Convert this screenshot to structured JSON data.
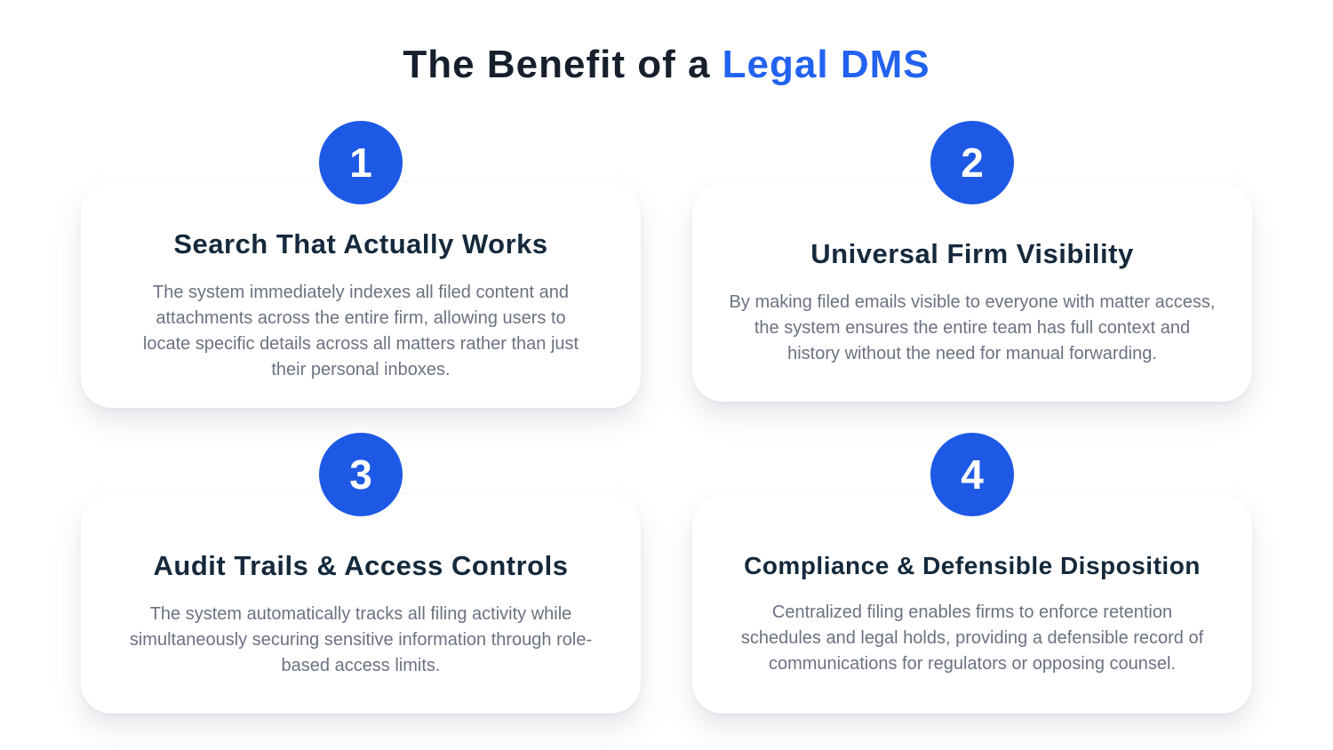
{
  "title": {
    "prefix": "The Benefit of a",
    "highlight": "Legal DMS"
  },
  "colors": {
    "accent_blue_badge": "#1E59E6",
    "accent_blue_title": "#2262F0",
    "title_navy": "#161F2B",
    "heading_navy": "#15293C",
    "body_gray": "#6B7280",
    "card_background": "#FFFFFF",
    "page_background": "#FFFFFF"
  },
  "cards": [
    {
      "number": "1",
      "heading": "Search That Actually Works",
      "body": "The system immediately indexes all filed content and attachments across the entire firm, allowing users to locate specific details across all matters rather than just their personal inboxes."
    },
    {
      "number": "2",
      "heading": "Universal Firm Visibility",
      "body": "By making filed emails visible to everyone with matter access, the system ensures the entire team has full context and history without the need for manual forwarding."
    },
    {
      "number": "3",
      "heading": "Audit Trails & Access Controls",
      "body": "The system automatically tracks all filing activity while simultaneously securing sensitive information through role-based access limits."
    },
    {
      "number": "4",
      "heading": "Compliance & Defensible Disposition",
      "body": "Centralized filing enables firms to enforce retention schedules and legal holds, providing a defensible record of communications for regulators or opposing counsel."
    }
  ]
}
